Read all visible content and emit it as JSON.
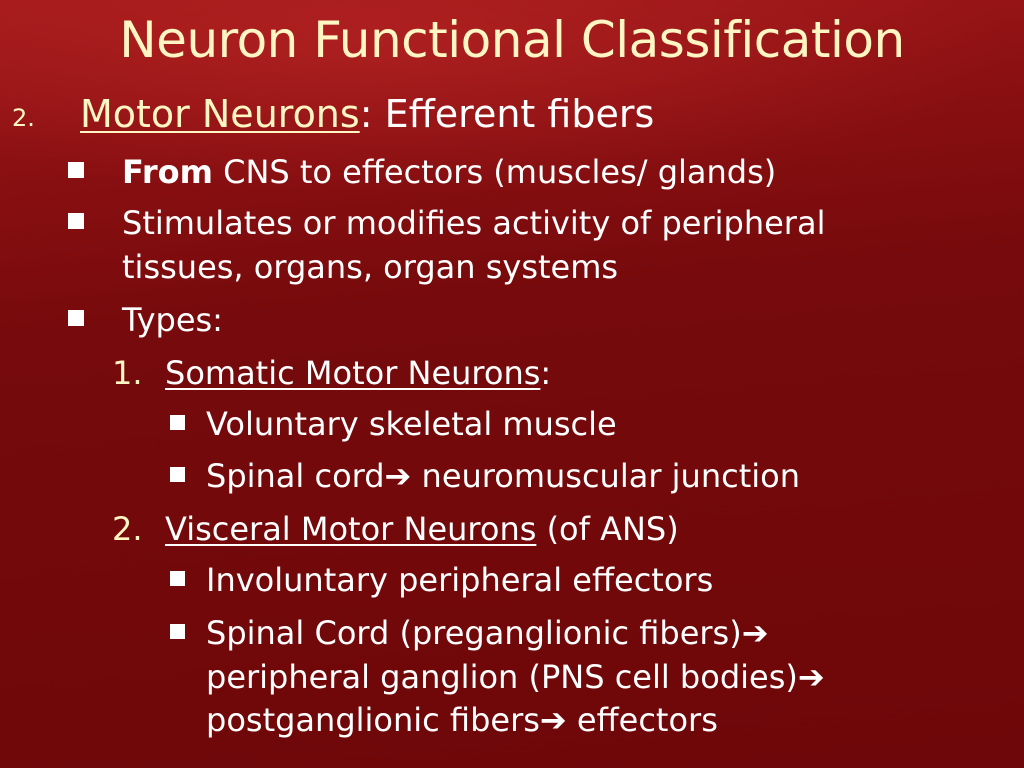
{
  "title": "Neuron Functional Classification",
  "section": {
    "number": "2.",
    "heading": "Motor Neurons",
    "heading_rest": ": Efferent fibers"
  },
  "bullets": {
    "b1_bold": "From",
    "b1_rest": " CNS to effectors (muscles/ glands)",
    "b2_line1": "Stimulates or modifies activity of peripheral",
    "b2_line2": "tissues, organs, organ systems",
    "b3": "Types:"
  },
  "types": [
    {
      "number": "1.",
      "name": "Somatic Motor Neurons",
      "suffix": ":",
      "items": [
        "Voluntary skeletal muscle",
        "Spinal cord",
        " neuromuscular junction"
      ]
    },
    {
      "number": "2.",
      "name": "Visceral Motor Neurons",
      "suffix": " (of ANS)",
      "items": [
        "Involuntary peripheral effectors",
        "Spinal Cord (preganglionic fibers)",
        "peripheral ganglion (PNS cell bodies)",
        "postganglionic fibers",
        " effectors"
      ]
    }
  ],
  "arrow_glyph": "➔",
  "colors": {
    "background": "#7a0a0c",
    "title": "#fff6c4",
    "text": "#ffffff"
  }
}
